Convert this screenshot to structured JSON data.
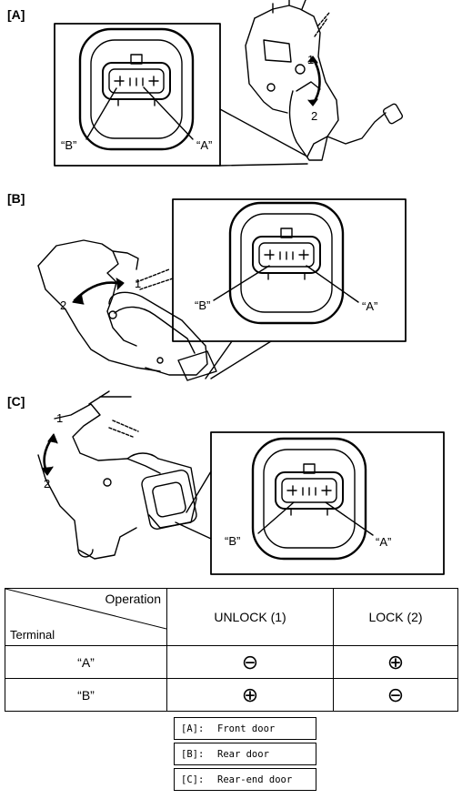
{
  "sections": [
    {
      "label": "[A]",
      "callout_left": "“B”",
      "callout_right": "“A”",
      "arrow1": "1",
      "arrow2": "2"
    },
    {
      "label": "[B]",
      "callout_left": "“B”",
      "callout_right": "“A”",
      "arrow1": "1",
      "arrow2": "2"
    },
    {
      "label": "[C]",
      "callout_left": "“B”",
      "callout_right": "“A”",
      "arrow1": "1",
      "arrow2": "2"
    }
  ],
  "table": {
    "operation_header": "Operation",
    "terminal_header": "Terminal",
    "columns": [
      "UNLOCK (1)",
      "LOCK (2)"
    ],
    "rows": [
      {
        "terminal": "“A”",
        "unlock": "⊖",
        "lock": "⊕"
      },
      {
        "terminal": "“B”",
        "unlock": "⊕",
        "lock": "⊖"
      }
    ]
  },
  "legend": [
    {
      "key": "[A]:",
      "value": "Front door"
    },
    {
      "key": "[B]:",
      "value": "Rear door"
    },
    {
      "key": "[C]:",
      "value": "Rear-end door"
    }
  ]
}
